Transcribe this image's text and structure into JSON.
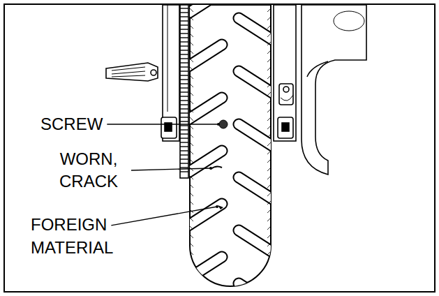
{
  "diagram": {
    "labels": [
      "SCREW",
      "WORN, CRACK",
      "FOREIGN MATERIAL"
    ]
  }
}
